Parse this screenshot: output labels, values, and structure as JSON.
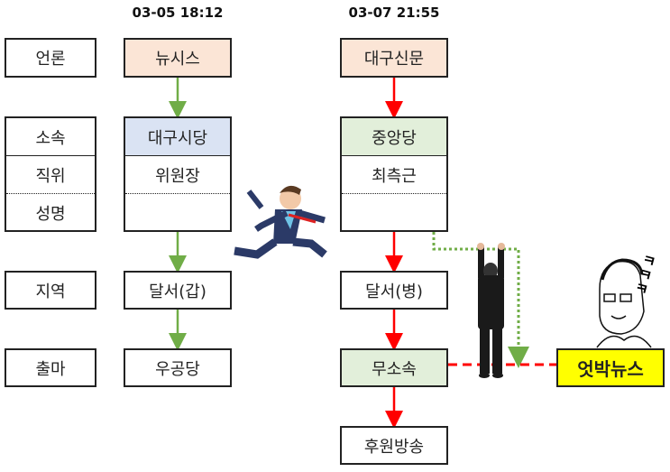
{
  "timestamps": [
    "03-05 18:12",
    "03-07 21:55"
  ],
  "labels": {
    "press": "언론",
    "affiliation": "소속",
    "position": "직위",
    "name": "성명",
    "region": "지역",
    "candidacy": "출마"
  },
  "col1": {
    "press": "뉴시스",
    "affiliation": "대구시당",
    "position": "위원장",
    "name": "",
    "region": "달서(갑)",
    "candidacy": "우공당"
  },
  "col2": {
    "press": "대구신문",
    "affiliation": "중앙당",
    "position": "최측근",
    "name": "",
    "region": "달서(병)",
    "candidacy": "무소속",
    "extra": "후원방송"
  },
  "callout": "엇박뉴스",
  "laugh": "ㅋㅋㅋ",
  "colors": {
    "peach": "#fbe5d6",
    "blue": "#dae3f3",
    "green": "#e2efda",
    "yellow": "#ffff00",
    "arrow_green": "#70ad47",
    "arrow_red": "#ff0000"
  }
}
